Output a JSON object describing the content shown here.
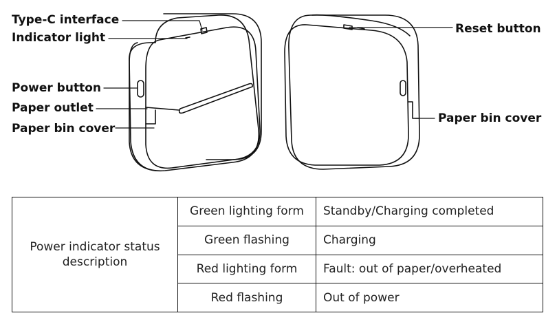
{
  "callouts": {
    "type_c": "Type-C interface",
    "indicator": "Indicator light",
    "power": "Power button",
    "outlet": "Paper outlet",
    "bin_left": "Paper bin cover",
    "reset": "Reset button",
    "bin_right": "Paper bin cover"
  },
  "table": {
    "description_line1": "Power indicator status",
    "description_line2": "description",
    "rows": [
      {
        "state": "Green lighting form",
        "meaning": "Standby/Charging completed"
      },
      {
        "state": "Green flashing",
        "meaning": "Charging"
      },
      {
        "state": "Red lighting form",
        "meaning": "Fault: out of paper/overheated"
      },
      {
        "state": "Red flashing",
        "meaning": "Out of power"
      }
    ]
  }
}
